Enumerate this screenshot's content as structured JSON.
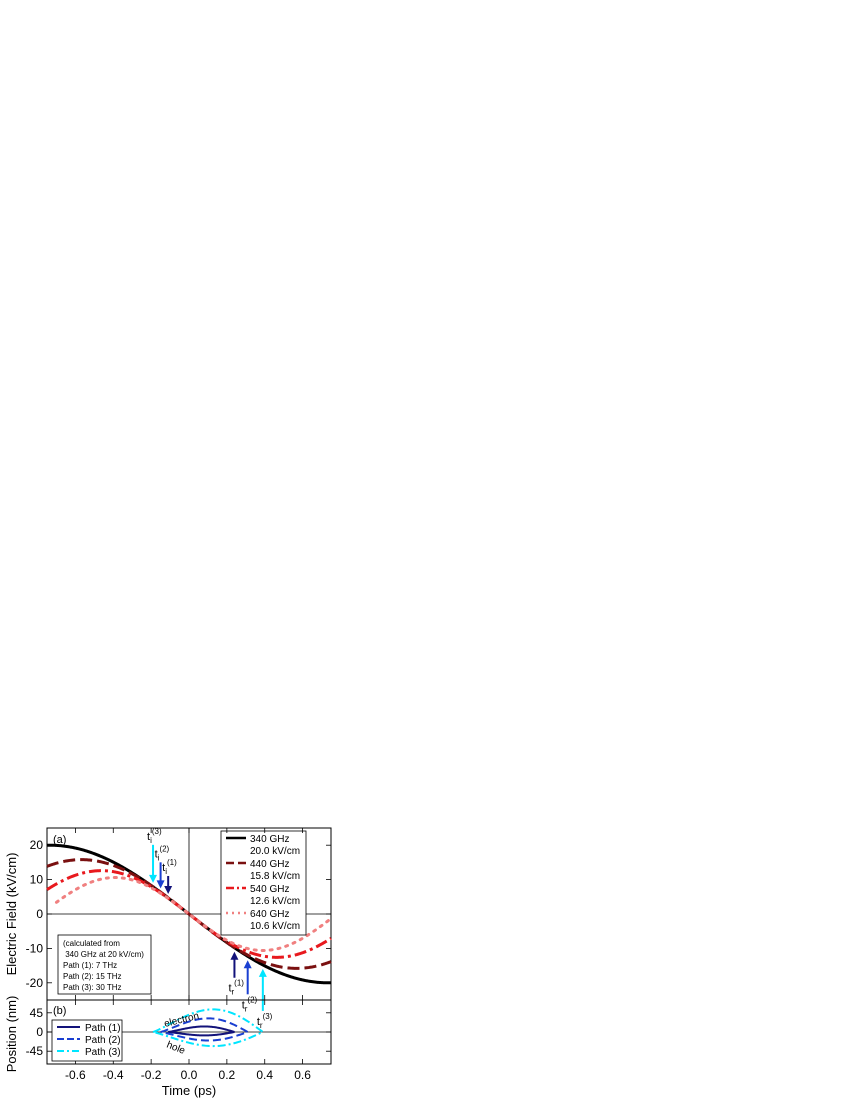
{
  "chart_data": [
    {
      "panel": "(a)",
      "type": "line",
      "xlabel": "Time (ps)",
      "ylabel": "Electric Field (kV/cm)",
      "xlim": [
        -0.75,
        0.75
      ],
      "ylim": [
        -25,
        25
      ],
      "xticks": [
        "-0.6",
        "-0.4",
        "-0.2",
        "0.0",
        "0.2",
        "0.4",
        "0.6"
      ],
      "yticks": [
        "-20",
        "-10",
        "0",
        "10",
        "20"
      ],
      "legend_position": "top-right",
      "series": [
        {
          "name": "340 GHz",
          "sub": "20.0 kV/cm",
          "color": "#000000",
          "style": "solid",
          "freq_ghz": 340,
          "amp": 20.0,
          "x": [
            -0.75,
            -0.6,
            -0.4,
            -0.2,
            0.0,
            0.2,
            0.4,
            0.6,
            0.75
          ],
          "y": [
            20.0,
            19.3,
            16.3,
            8.6,
            0,
            -8.6,
            -16.3,
            -19.3,
            -20.0
          ]
        },
        {
          "name": "440 GHz",
          "sub": "15.8 kV/cm",
          "color": "#7a1010",
          "style": "dash",
          "freq_ghz": 440,
          "amp": 15.8,
          "x": [
            -0.75,
            -0.6,
            -0.4,
            -0.2,
            0.0,
            0.2,
            0.4,
            0.6,
            0.75
          ],
          "y": [
            14.1,
            15.7,
            12.9,
            8.6,
            0,
            -8.6,
            -12.9,
            -15.7,
            -14.1
          ]
        },
        {
          "name": "540 GHz",
          "sub": "12.6 kV/cm",
          "color": "#e8191e",
          "style": "dashdot",
          "freq_ghz": 540,
          "amp": 12.6,
          "x": [
            -0.75,
            -0.6,
            -0.4,
            -0.2,
            0.0,
            0.2,
            0.4,
            0.6,
            0.75
          ],
          "y": [
            7.4,
            11.1,
            12.6,
            8.6,
            0,
            -8.6,
            -12.6,
            -11.1,
            -7.4
          ]
        },
        {
          "name": "640 GHz",
          "sub": "10.6 kV/cm",
          "color": "#f08080",
          "style": "dot",
          "freq_ghz": 640,
          "amp": 10.6,
          "x": [
            -0.7,
            -0.6,
            -0.4,
            -0.2,
            0.0,
            0.2,
            0.4,
            0.6,
            0.75
          ],
          "y": [
            3.0,
            8.1,
            10.5,
            8.6,
            0,
            -8.6,
            -10.5,
            -8.1,
            -2.5
          ]
        }
      ],
      "annotation_note": [
        "(calculated from",
        " 340 GHz at 20 kV/cm)",
        "Path (1): 7 THz",
        "Path (2): 15 THz",
        "Path (3): 30 THz"
      ],
      "arrows": [
        {
          "label": "t",
          "sub": "i",
          "sup": "(3)",
          "x": -0.19,
          "color": "#00e5ff",
          "direction": "down"
        },
        {
          "label": "t",
          "sub": "i",
          "sup": "(2)",
          "x": -0.15,
          "color": "#1a3fd1",
          "direction": "down"
        },
        {
          "label": "t",
          "sub": "i",
          "sup": "(1)",
          "x": -0.11,
          "color": "#12127a",
          "direction": "down"
        },
        {
          "label": "t",
          "sub": "r",
          "sup": "(1)",
          "x": 0.24,
          "color": "#12127a",
          "direction": "up"
        },
        {
          "label": "t",
          "sub": "r",
          "sup": "(2)",
          "x": 0.31,
          "color": "#1a3fd1",
          "direction": "up"
        },
        {
          "label": "t",
          "sub": "r",
          "sup": "(3)",
          "x": 0.39,
          "color": "#00e5ff",
          "direction": "up"
        }
      ]
    },
    {
      "panel": "(b)",
      "type": "line",
      "xlabel": "Time (ps)",
      "ylabel": "Position (nm)",
      "xlim": [
        -0.75,
        0.75
      ],
      "ylim": [
        -75,
        75
      ],
      "xticks": [
        "-0.6",
        "-0.4",
        "-0.2",
        "0.0",
        "0.2",
        "0.4",
        "0.6"
      ],
      "yticks": [
        "45",
        "0",
        "-45"
      ],
      "legend_position": "left",
      "text_labels": [
        "electron",
        "hole"
      ],
      "series": [
        {
          "name": "Path (1)",
          "color": "#12127a",
          "style": "solid",
          "t_start": -0.11,
          "t_end": 0.24,
          "electron_peak": 13,
          "hole_peak": -8
        },
        {
          "name": "Path (2)",
          "color": "#1a3fd1",
          "style": "dash",
          "t_start": -0.15,
          "t_end": 0.31,
          "electron_peak": 32,
          "hole_peak": -20
        },
        {
          "name": "Path (3)",
          "color": "#00e5ff",
          "style": "dashdot",
          "t_start": -0.19,
          "t_end": 0.39,
          "electron_peak": 53,
          "hole_peak": -33
        }
      ]
    }
  ]
}
